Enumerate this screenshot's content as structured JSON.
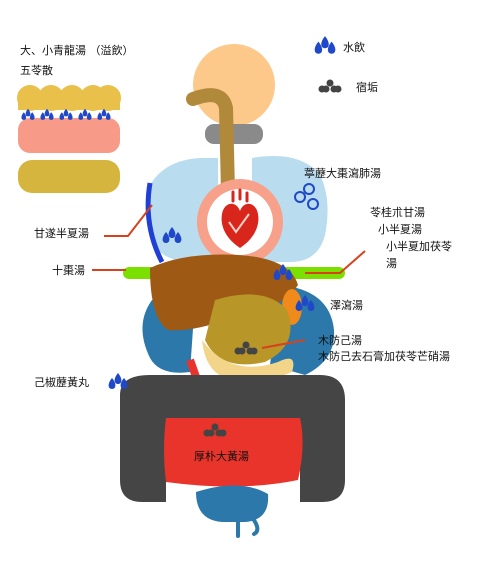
{
  "legend": {
    "water": "水飲",
    "stagnation": "宿垢"
  },
  "callouts": {
    "top_left_line1": "大、小青龍湯 （溢飲）",
    "top_left_line2": "五苓散",
    "lung_right": "葶藶大棗瀉肺湯",
    "heart_right_line1": "苓桂朮甘湯",
    "heart_right_line2": "小半夏湯",
    "heart_right_line3": "小半夏加茯苓",
    "heart_right_line4": "湯",
    "left_lung": "甘遂半夏湯",
    "left_diaphragm": "十棗湯",
    "right_stomach": "澤瀉湯",
    "stomach_line1": "木防己湯",
    "stomach_line2": "木防己去石膏加茯苓芒硝湯",
    "left_intestine": "己椒藶黃丸",
    "intestine_center": "厚朴大黃湯"
  },
  "colors": {
    "head": "#fdc98a",
    "throat": "#8a8a8a",
    "esophagus": "#b08a3a",
    "lung": "#b9dcee",
    "heart_ring": "#f7a08a",
    "liver": "#9e5a14",
    "diaphragm": "#7be000",
    "kidney": "#2c78aa",
    "colon": "#454545",
    "small_intestine": "#e8342a",
    "bladder": "#2c78aa",
    "water": "#1f49c9",
    "stagnation": "#444444",
    "skin_top": "#e8c04a",
    "skin_mid": "#f79a87",
    "skin_bottom": "#d6b53e",
    "leader": "#d5421e",
    "spleen": "#f08a1a",
    "stomach": "#b89628",
    "pancreas": "#f3d58a"
  }
}
